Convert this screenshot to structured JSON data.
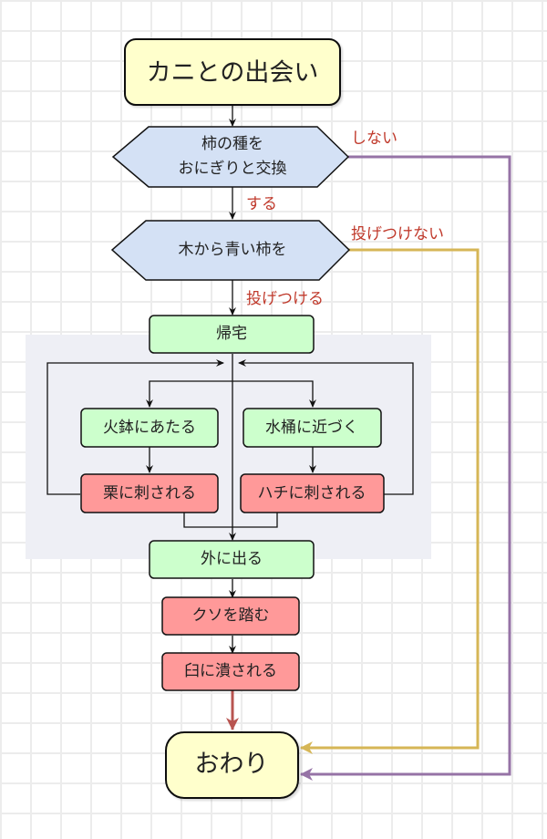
{
  "diagram": {
    "colors": {
      "terminal_fill": "#ffffcc",
      "decision_fill": "#d4e1f5",
      "action_fill": "#ccffcc",
      "bad_fill": "#ff9999",
      "group_fill": "#eeeff5",
      "label_color": "#c0392b",
      "no_path_purple": "#9673a6",
      "no_throw_gold": "#d6b656",
      "final_arrow_red": "#b85450"
    },
    "nodes": {
      "start": "カニとの出会い",
      "decision1_line1": "柿の種を",
      "decision1_line2": "おにぎりと交換",
      "decision2": "木から青い柿を",
      "go_home": "帰宅",
      "hibachi": "火鉢にあたる",
      "chestnut": "栗に刺される",
      "water_bucket": "水桶に近づく",
      "bee": "ハチに刺される",
      "go_out": "外に出る",
      "poop": "クソを踏む",
      "mortar": "臼に潰される",
      "end": "おわり"
    },
    "edge_labels": {
      "d1_yes": "する",
      "d1_no": "しない",
      "d2_yes": "投げつける",
      "d2_no": "投げつけない"
    }
  }
}
